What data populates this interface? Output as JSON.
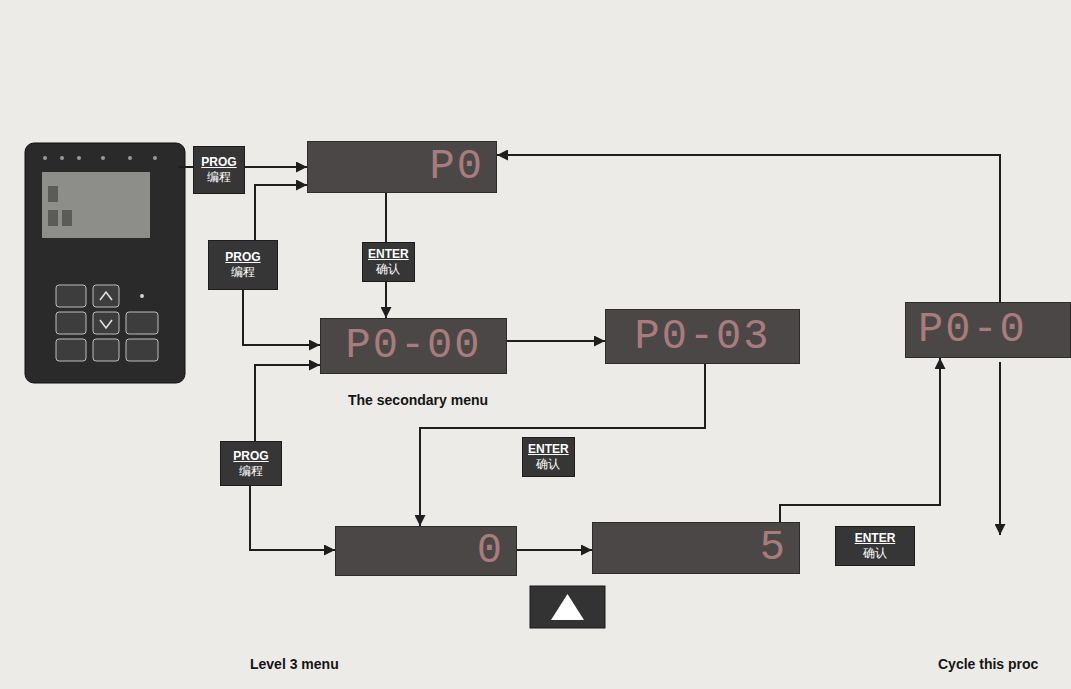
{
  "diagram": {
    "nodes": [
      {
        "text": [
          "PROG",
          "编程"
        ]
      },
      {
        "text": [
          "P0"
        ]
      },
      {
        "text": [
          "ENTER",
          "确认"
        ]
      },
      {
        "text": [
          "PROG",
          "编程"
        ]
      },
      {
        "text": [
          "P0-00"
        ]
      },
      {
        "text": [
          "P0-03"
        ]
      },
      {
        "text": [
          "ENTER",
          "确认"
        ]
      },
      {
        "text": [
          "PROG",
          "编程"
        ]
      },
      {
        "text": [
          "0"
        ]
      },
      {
        "text": [
          "5"
        ]
      },
      {
        "text": [
          "ENTER",
          "确认"
        ]
      },
      {
        "text": [
          "P0-0"
        ]
      }
    ],
    "edges": [
      {
        "from": 0,
        "to": 1,
        "arrow": "to"
      },
      {
        "from": 1,
        "to": 2,
        "arrow": "none"
      },
      {
        "from": 2,
        "to": 4,
        "arrow": "to"
      },
      {
        "from": 3,
        "to": 1,
        "arrow": "to"
      },
      {
        "from": 3,
        "to": 4,
        "arrow": "to"
      },
      {
        "from": 4,
        "to": 5,
        "arrow": "to"
      },
      {
        "from": 5,
        "to": 8,
        "arrow": "to"
      },
      {
        "from": 7,
        "to": 4,
        "arrow": "to"
      },
      {
        "from": 7,
        "to": 8,
        "arrow": "to"
      },
      {
        "from": 8,
        "to": 9,
        "arrow": "to"
      },
      {
        "from": 9,
        "to": 11,
        "arrow": "to"
      },
      {
        "from": 11,
        "to": 1,
        "arrow": "to"
      }
    ],
    "labels": [
      "The secondary menu",
      "Level 3 menu",
      "Cycle this proc"
    ]
  }
}
